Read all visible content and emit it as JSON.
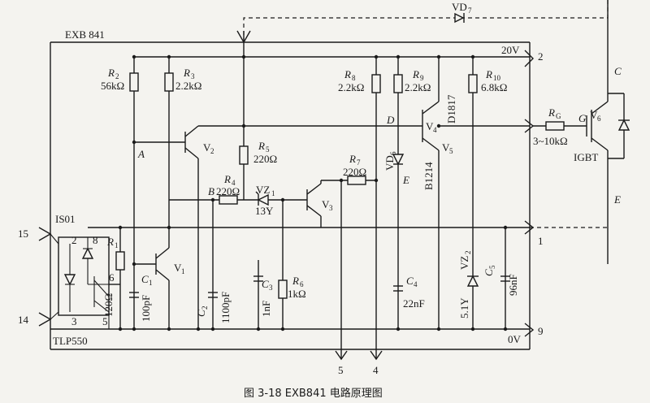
{
  "labels": {
    "module": "EXB 841",
    "is01": "IS01",
    "tlp": "TLP550",
    "v20": "20V",
    "v0": "0V",
    "pin2": "2",
    "pin1": "1",
    "pin9": "9",
    "pin15": "15",
    "pin14": "14",
    "pin5": "5",
    "pin4": "4",
    "opt2": "2",
    "opt8": "8",
    "opt6": "6",
    "opt3": "3",
    "opt5": "5",
    "nodeA": "A",
    "nodeB": "B",
    "nodeD": "D",
    "nodeE": "E",
    "nodeG": "G",
    "nodeC": "C",
    "nodeEout": "E",
    "vd7": "VD",
    "vd7s": "7",
    "r2": "R",
    "r2s": "2",
    "r2v": "56kΩ",
    "r3": "R",
    "r3s": "3",
    "r3v": "2.2kΩ",
    "r8": "R",
    "r8s": "8",
    "r8v": "2.2kΩ",
    "r9": "R",
    "r9s": "9",
    "r9v": "2.2kΩ",
    "r10": "R",
    "r10s": "10",
    "r10v": "6.8kΩ",
    "r5": "R",
    "r5s": "5",
    "r5v": "220Ω",
    "r4": "R",
    "r4s": "4",
    "r4v": "220Ω",
    "r7": "R",
    "r7s": "7",
    "r7v": "220Ω",
    "r1": "R",
    "r1s": "1",
    "r120": "120Ω",
    "r6": "R",
    "r6s": "6",
    "r6v": "1kΩ",
    "rg": "R",
    "rgs": "G",
    "rgv": "3~10kΩ",
    "v2": "V",
    "v2s": "2",
    "v1": "V",
    "v1s": "1",
    "v3": "V",
    "v3s": "3",
    "v4": "V",
    "v4s": "4",
    "v5": "V",
    "v5s": "5",
    "v6": "V",
    "v6s": "6",
    "d1817": "D1817",
    "b1214": "B1214",
    "igbt": "IGBT",
    "vz1": "VZ",
    "vz1s": "1",
    "vz1v": "13Y",
    "vz2": "VZ",
    "vz2s": "2",
    "vz2v": "5.1Y",
    "vd6": "VD",
    "vd6s": "6",
    "c1": "C",
    "c1s": "1",
    "c1v": "100pF",
    "c2": "C",
    "c2s": "2",
    "c2v": "1100pF",
    "c3": "C",
    "c3s": "3",
    "c3v": "1nF",
    "c4": "C",
    "c4s": "4",
    "c4v": "22nF",
    "c5": "C",
    "c5s": "5",
    "c5v": "96nF"
  },
  "caption": "图 3-18    EXB841 电路原理图"
}
